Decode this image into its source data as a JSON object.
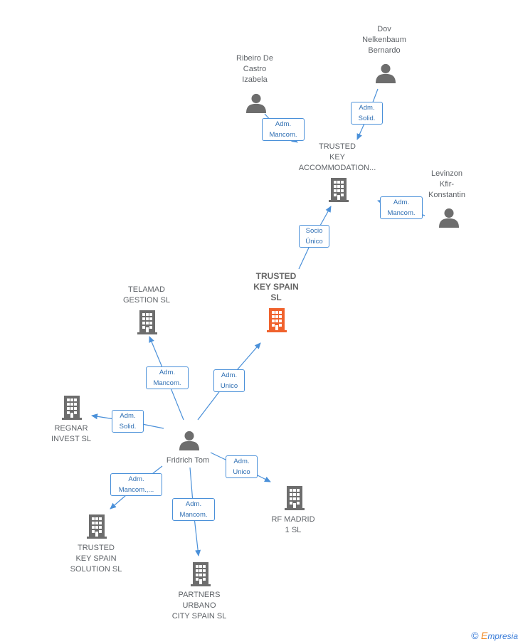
{
  "nodes": {
    "dov": {
      "label": "Dov\nNelkenbaum\nBernardo",
      "type": "person"
    },
    "ribeiro": {
      "label": "Ribeiro De\nCastro\nIzabela",
      "type": "person"
    },
    "levinzon": {
      "label": "Levinzon\nKfir-\nKonstantin",
      "type": "person"
    },
    "trusted_accom": {
      "label": "TRUSTED\nKEY\nACCOMMODATION...",
      "type": "company"
    },
    "trusted_key_spain": {
      "label": "TRUSTED\nKEY SPAIN\nSL",
      "type": "company-main"
    },
    "telamad": {
      "label": "TELAMAD\nGESTION SL",
      "type": "company"
    },
    "regnar": {
      "label": "REGNAR\nINVEST SL",
      "type": "company"
    },
    "fridrich": {
      "label": "Fridrich Tom",
      "type": "person"
    },
    "rf_madrid": {
      "label": "RF MADRID\n1 SL",
      "type": "company"
    },
    "trusted_solution": {
      "label": "TRUSTED\nKEY SPAIN\nSOLUTION SL",
      "type": "company"
    },
    "partners": {
      "label": "PARTNERS\nURBANO\nCITY SPAIN SL",
      "type": "company"
    }
  },
  "edges": {
    "dov_accom": "Adm.\nSolid.",
    "ribeiro_accom": "Adm.\nMancom.",
    "levinzon_accom": "Adm.\nMancom.",
    "tks_accom": "Socio\nÚnico",
    "tom_tks": "Adm.\nUnico",
    "tom_telamad": "Adm.\nMancom.",
    "tom_regnar": "Adm.\nSolid.",
    "tom_rf": "Adm.\nUnico",
    "tom_solution": "Adm.\nMancom.,...",
    "tom_partners": "Adm.\nMancom."
  },
  "colors": {
    "edge": "#4a90d9",
    "icon_gray": "#6d6d6d",
    "icon_main": "#f0622d"
  },
  "brand": {
    "symbol": "©",
    "initial": "E",
    "rest": "mpresia"
  }
}
